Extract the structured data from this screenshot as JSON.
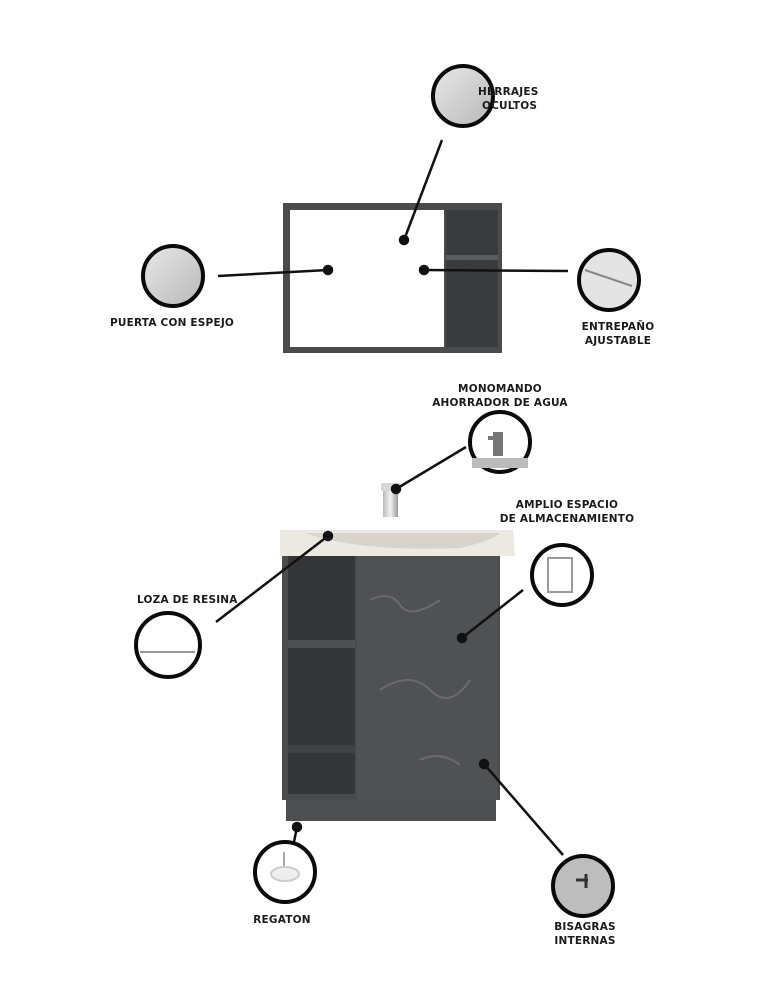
{
  "callouts": {
    "herrajes": {
      "line1": "HERRAJES",
      "line2": "OCULTOS"
    },
    "puerta": {
      "line1": "PUERTA CON ESPEJO"
    },
    "entrepano": {
      "line1": "ENTREPAÑO",
      "line2": "AJUSTABLE"
    },
    "monomando": {
      "line1": "MONOMANDO",
      "line2": "AHORRADOR DE AGUA"
    },
    "amplio": {
      "line1": "AMPLIO ESPACIO",
      "line2": "DE ALMACENAMIENTO"
    },
    "loza": {
      "line1": "LOZA DE RESINA"
    },
    "regaton": {
      "line1": "REGATON"
    },
    "bisagras": {
      "line1": "BISAGRAS",
      "line2": "INTERNAS"
    }
  },
  "colors": {
    "cabinet": "#4a4b4d",
    "cabinet_dark": "#3a3b3d",
    "basin": "#ece9e2",
    "line": "#111111"
  }
}
